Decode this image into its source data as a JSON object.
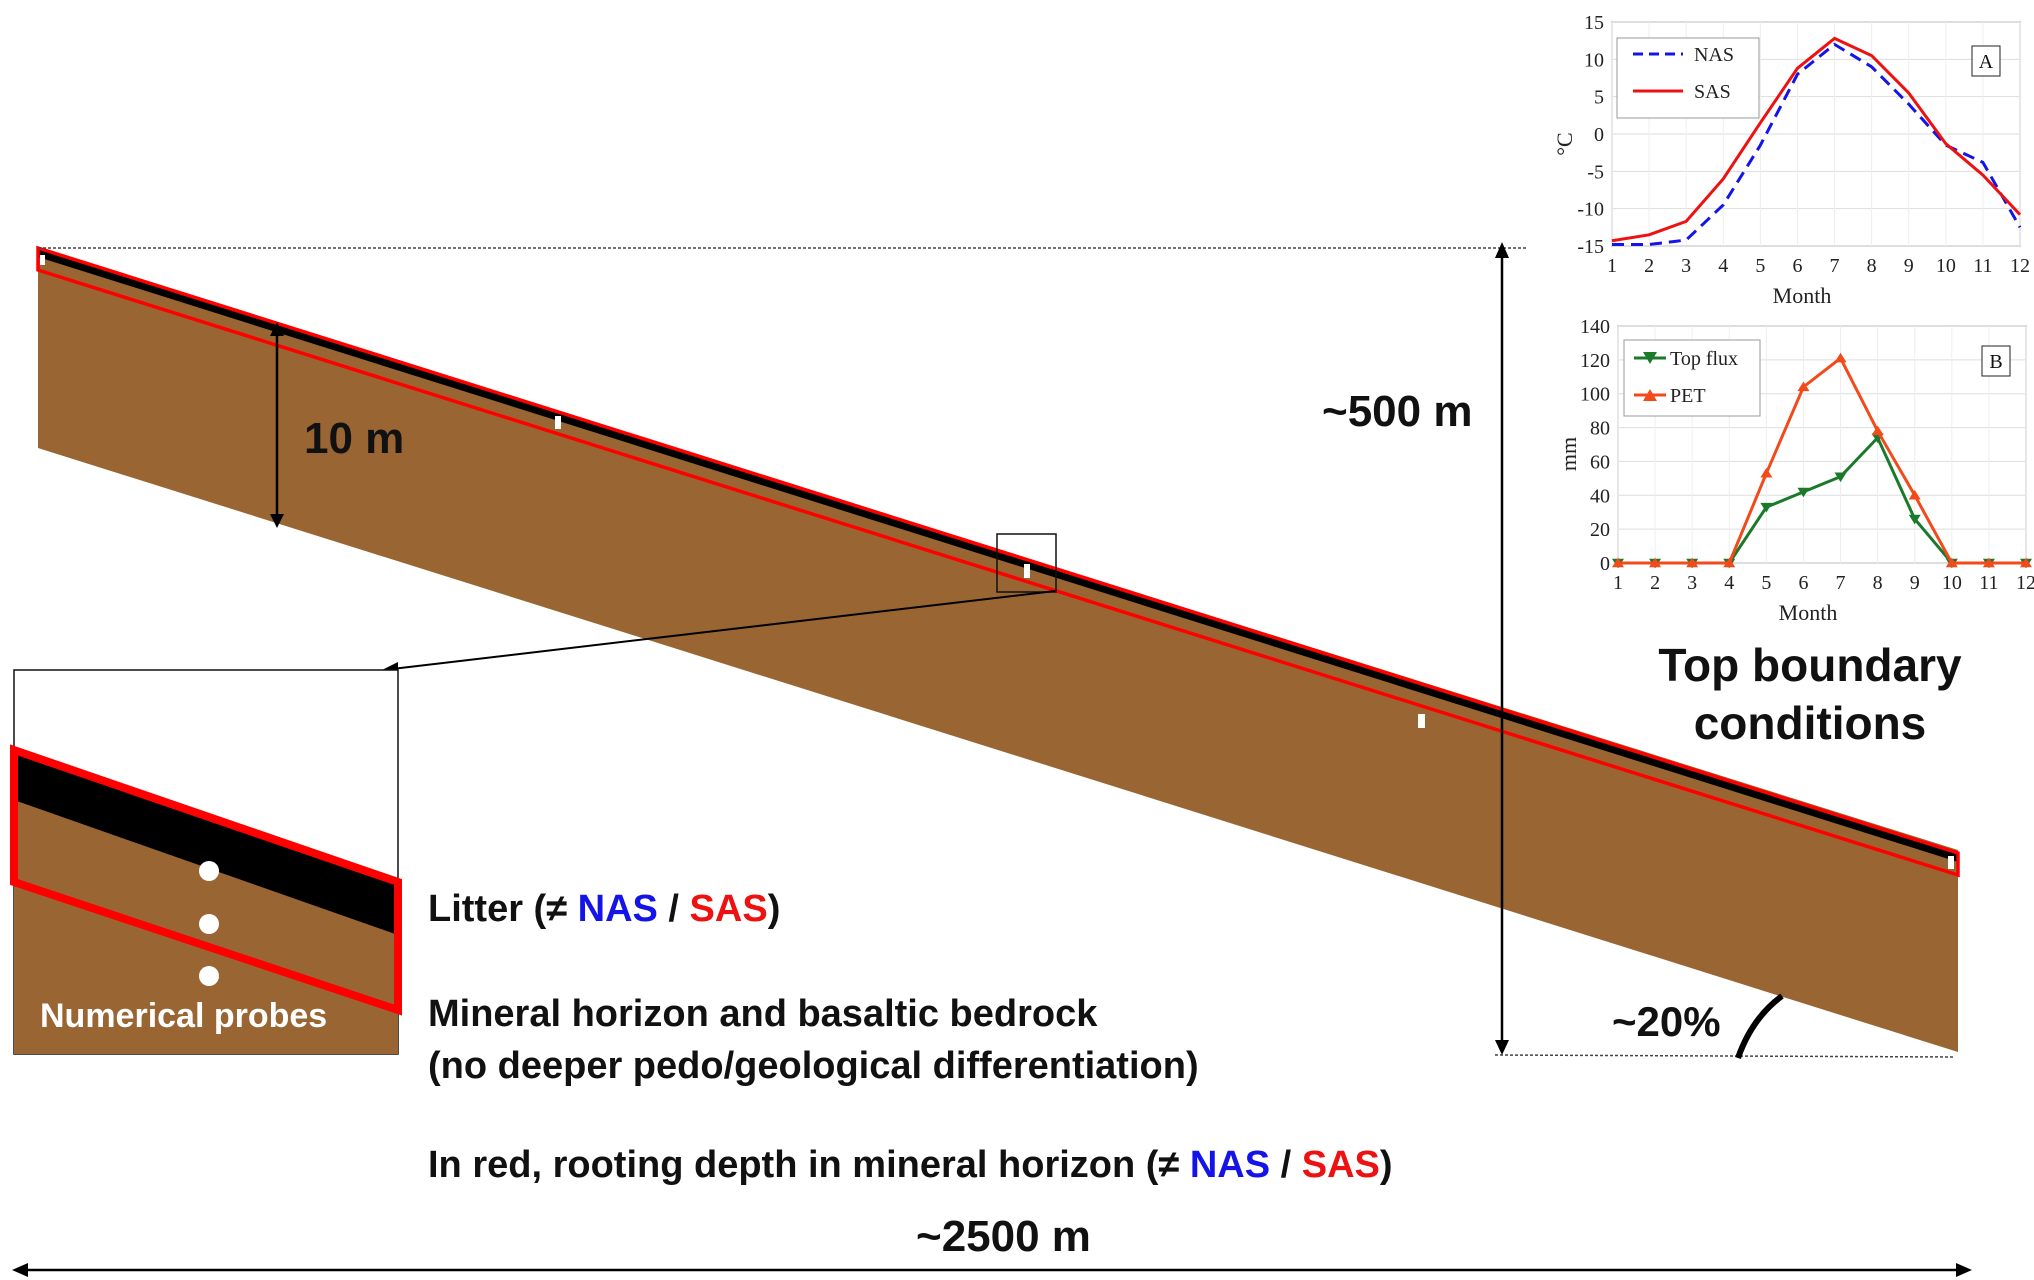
{
  "labels": {
    "thickness": "10 m",
    "height": "~500 m",
    "length": "~2500 m",
    "slope": "~20%",
    "probes": "Numerical probes",
    "top_title_1": "Top boundary",
    "top_title_2": "conditions",
    "litter_pre": "Litter (≠ ",
    "nas": "NAS",
    "sep": " / ",
    "sas": "SAS",
    "close": ")",
    "mineral_1": "Mineral horizon and basaltic bedrock",
    "mineral_2": "(no deeper pedo/geological differentiation)",
    "rooting_pre": "In red, rooting depth in mineral horizon (≠ "
  },
  "colors": {
    "soil": "#996633",
    "litter": "#000000",
    "rooting": "#ff0000",
    "nas": "#1414e8",
    "sas": "#ee1111",
    "top_flux": "#1a7a2a",
    "pet": "#f24a1a"
  },
  "chart_data": [
    {
      "type": "line",
      "panel": "A",
      "xlabel": "Month",
      "ylabel": "°C",
      "x": [
        1,
        2,
        3,
        4,
        5,
        6,
        7,
        8,
        9,
        10,
        11,
        12
      ],
      "ylim": [
        -15,
        15
      ],
      "yticks": [
        -15,
        -10,
        -5,
        0,
        5,
        10,
        15
      ],
      "legend": "top-left",
      "series": [
        {
          "name": "NAS",
          "style": "dashed",
          "color": "#1414e8",
          "values": [
            -14.8,
            -14.8,
            -14.2,
            -9.5,
            -1.5,
            8.0,
            12.0,
            9.0,
            4.0,
            -1.5,
            -3.8,
            -12.5
          ]
        },
        {
          "name": "SAS",
          "style": "solid",
          "color": "#ee1111",
          "values": [
            -14.3,
            -13.5,
            -11.7,
            -6.0,
            1.5,
            8.8,
            12.8,
            10.5,
            5.5,
            -1.3,
            -5.5,
            -10.8
          ]
        }
      ]
    },
    {
      "type": "line",
      "panel": "B",
      "xlabel": "Month",
      "ylabel": "mm",
      "x": [
        1,
        2,
        3,
        4,
        5,
        6,
        7,
        8,
        9,
        10,
        11,
        12
      ],
      "ylim": [
        0,
        140
      ],
      "yticks": [
        0,
        20,
        40,
        60,
        80,
        100,
        120,
        140
      ],
      "legend": "top-left",
      "series": [
        {
          "name": "Top flux",
          "marker": "triangle-down",
          "color": "#1a7a2a",
          "values": [
            0,
            0,
            0,
            0,
            33,
            42,
            51,
            74,
            26,
            0,
            0,
            0
          ]
        },
        {
          "name": "PET",
          "marker": "triangle-up",
          "color": "#f24a1a",
          "values": [
            0,
            0,
            0,
            0,
            53,
            104,
            121,
            78,
            40,
            0,
            0,
            0
          ]
        }
      ]
    }
  ]
}
